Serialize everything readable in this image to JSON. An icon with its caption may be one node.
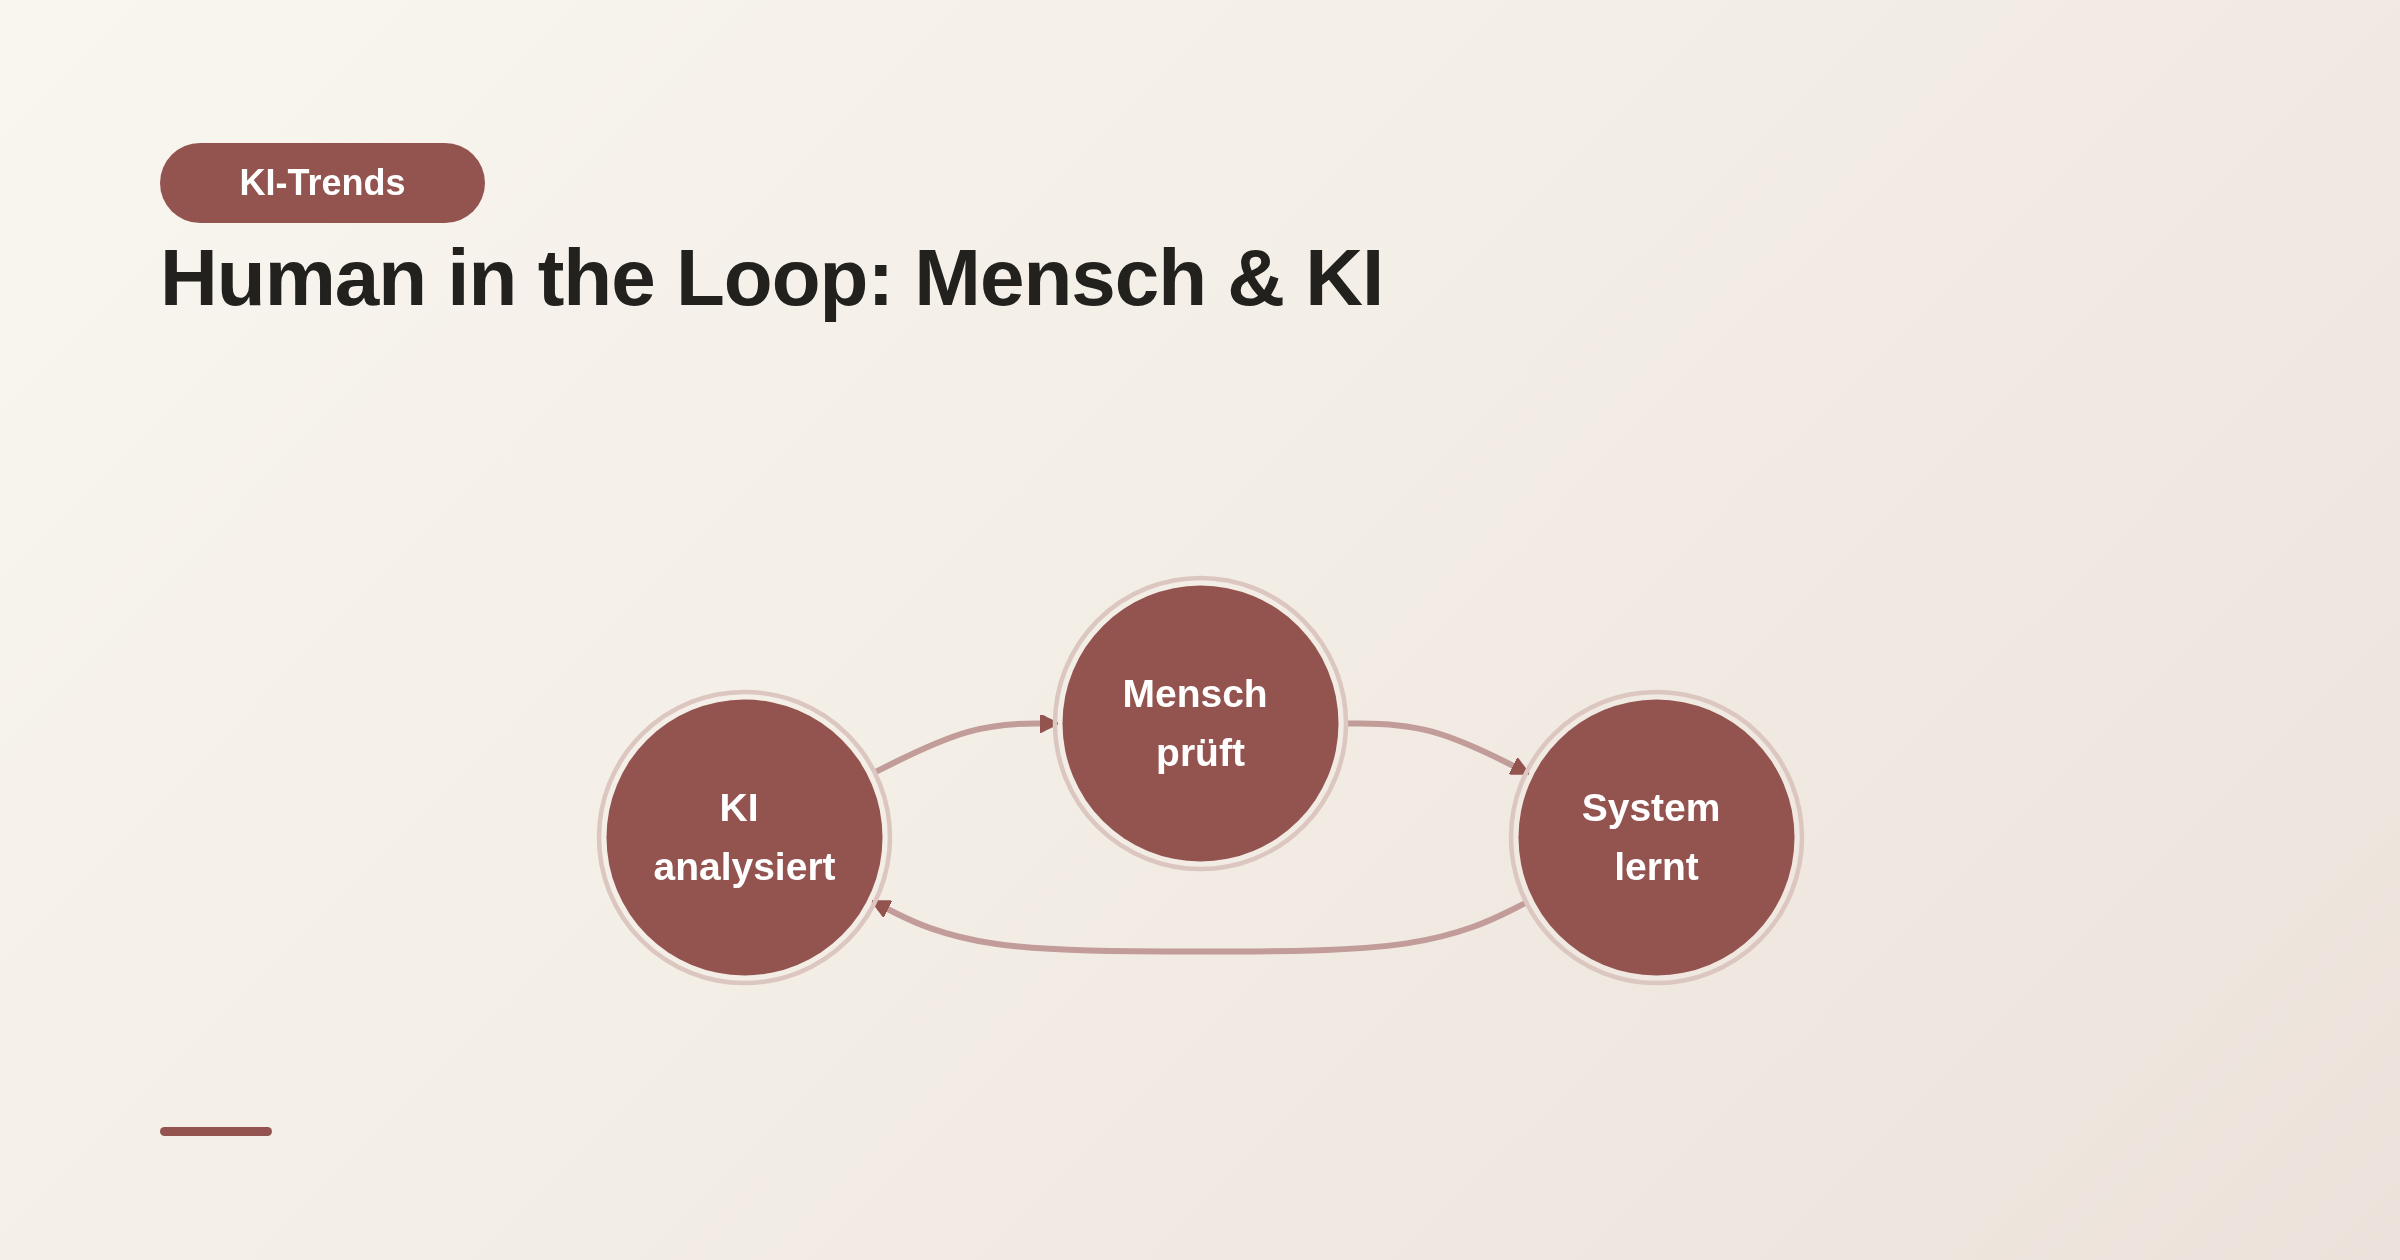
{
  "diagram": {
    "title": "Human in the Loop: Mensch & KI",
    "nodes": [
      {
        "text": [
          "KI analysiert"
        ]
      },
      {
        "text": [
          "Mensch prüft"
        ]
      },
      {
        "text": [
          "System lernt"
        ]
      }
    ],
    "edges": [
      {
        "from": 0,
        "to": 1,
        "arrow": "to"
      },
      {
        "from": 1,
        "to": 2,
        "arrow": "to"
      },
      {
        "from": 2,
        "to": 0,
        "arrow": "to"
      }
    ],
    "labels": [
      "KI-Trends"
    ]
  }
}
